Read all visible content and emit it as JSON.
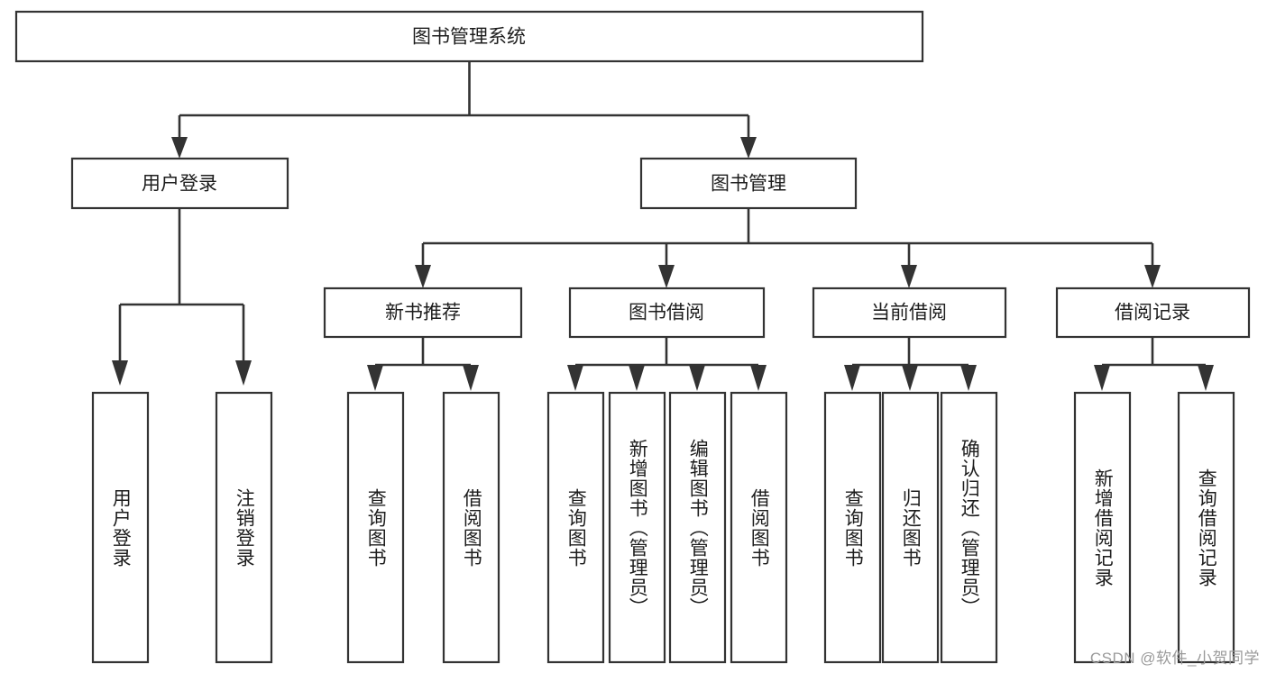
{
  "diagram": {
    "type": "tree-hierarchy-chart",
    "title_text": "图书管理系统",
    "watermark": "CSDN @软件_小贺同学",
    "colors": {
      "background": "#ffffff",
      "box_border": "#333333",
      "box_fill": "#ffffff",
      "text": "#1d1d1d",
      "connector": "#333333",
      "watermark": "#9a9a9a"
    },
    "root": {
      "label": "图书管理系统"
    },
    "level2": [
      {
        "label": "用户登录"
      },
      {
        "label": "图书管理"
      }
    ],
    "level3": [
      {
        "label": "新书推荐"
      },
      {
        "label": "图书借阅"
      },
      {
        "label": "当前借阅"
      },
      {
        "label": "借阅记录"
      }
    ],
    "leaves": {
      "user_login": [
        {
          "label": "用户登录"
        },
        {
          "label": "注销登录"
        }
      ],
      "new_book_recommend": [
        {
          "label": "查询图书"
        },
        {
          "label": "借阅图书"
        }
      ],
      "book_borrow": [
        {
          "label": "查询图书"
        },
        {
          "label": "新增图书（管理员）"
        },
        {
          "label": "编辑图书（管理员）"
        },
        {
          "label": "借阅图书"
        }
      ],
      "current_borrow": [
        {
          "label": "查询图书"
        },
        {
          "label": "归还图书"
        },
        {
          "label": "确认归还（管理员）"
        }
      ],
      "borrow_records": [
        {
          "label": "新增借阅记录"
        },
        {
          "label": "查询借阅记录"
        }
      ]
    }
  }
}
